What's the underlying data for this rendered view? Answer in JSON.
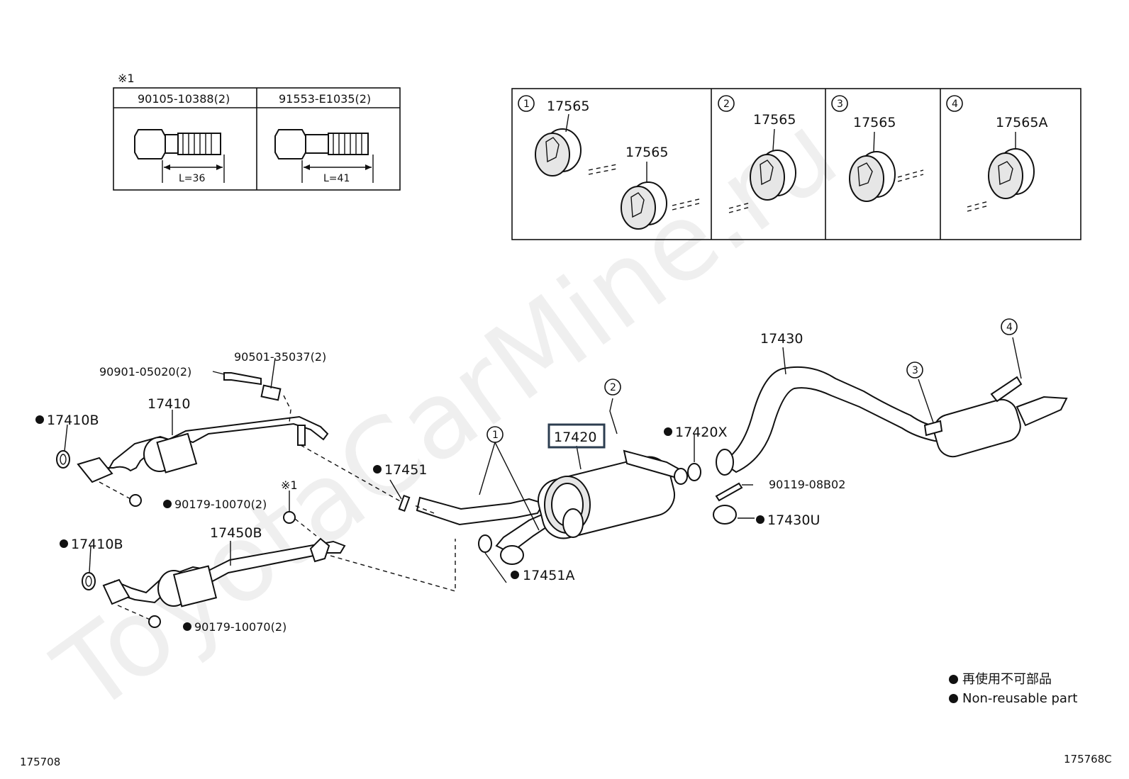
{
  "watermark": "ToyotaCarMine.ru",
  "bolt_table": {
    "mark": "※1",
    "cols": [
      {
        "part": "90105-10388(2)",
        "length": "L=36"
      },
      {
        "part": "91553-E1035(2)",
        "length": "L=41"
      }
    ]
  },
  "hanger_table": {
    "cells": [
      {
        "num": "1",
        "parts": [
          "17565",
          "17565"
        ]
      },
      {
        "num": "2",
        "parts": [
          "17565"
        ]
      },
      {
        "num": "3",
        "parts": [
          "17565"
        ]
      },
      {
        "num": "4",
        "parts": [
          "17565A"
        ]
      }
    ]
  },
  "callouts": {
    "p90501": "90501-35037(2)",
    "p90901": "90901-05020(2)",
    "p17410": "17410",
    "p17410B_1": "17410B",
    "p90179_1": "90179-10070(2)",
    "mark1": "※1",
    "p17450B": "17450B",
    "p17410B_2": "17410B",
    "p90179_2": "90179-10070(2)",
    "p17451": "17451",
    "p17451A": "17451A",
    "p17420": "17420",
    "p17420X": "17420X",
    "p17430": "17430",
    "p90119": "90119-08B02",
    "p17430U": "17430U",
    "c1": "1",
    "c2": "2",
    "c3": "3",
    "c4": "4"
  },
  "legend": {
    "line1": "再使用不可部品",
    "line2": "Non-reusable part"
  },
  "footer": {
    "left_code": "175708",
    "right_code": "175768C"
  }
}
